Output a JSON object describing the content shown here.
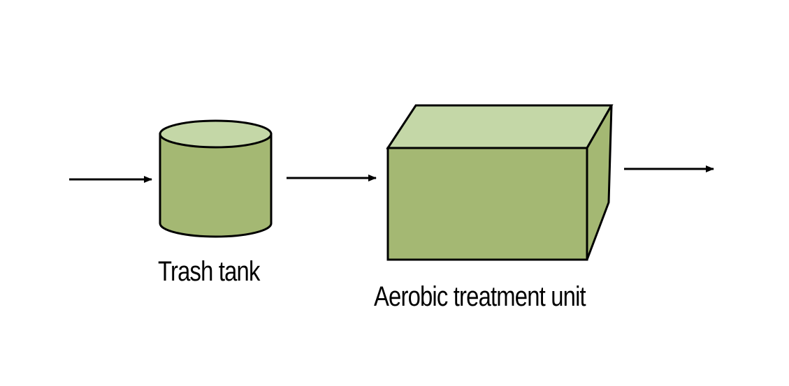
{
  "nodes": [
    {
      "id": "trash-tank",
      "label": "Trash tank",
      "shape": "cylinder"
    },
    {
      "id": "aerobic-treatment-unit",
      "label": "Aerobic treatment unit",
      "shape": "box"
    }
  ],
  "edges": [
    {
      "from": "input",
      "to": "trash-tank"
    },
    {
      "from": "trash-tank",
      "to": "aerobic-treatment-unit"
    },
    {
      "from": "aerobic-treatment-unit",
      "to": "output"
    }
  ],
  "colors": {
    "fill_top": "#c4d7a7",
    "fill_front": "#a4b873",
    "fill_side": "#a4b873",
    "stroke": "#000000",
    "background": "#ffffff"
  }
}
